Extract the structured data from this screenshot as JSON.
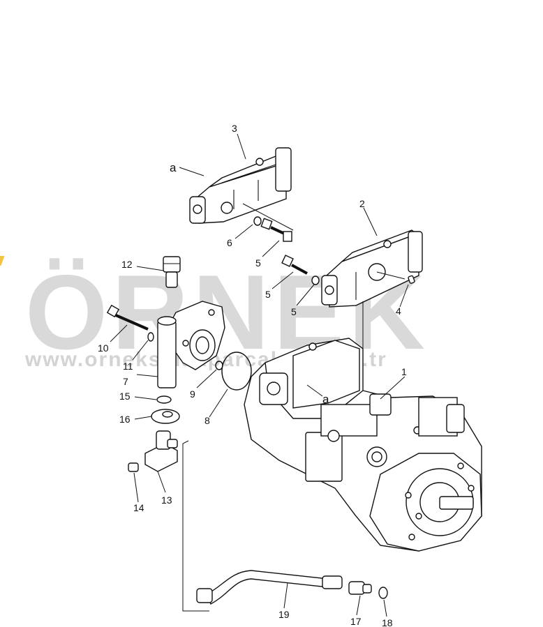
{
  "watermark": {
    "brand": "ÖRNEK",
    "url": "www.orneksmakparcalari.com.tr",
    "accent_color": "#f5c343"
  },
  "diagram": {
    "part_labels": [
      {
        "id": "1",
        "text": "1"
      },
      {
        "id": "2",
        "text": "2"
      },
      {
        "id": "3",
        "text": "3"
      },
      {
        "id": "4",
        "text": "4"
      },
      {
        "id": "5a",
        "text": "5"
      },
      {
        "id": "5b",
        "text": "5"
      },
      {
        "id": "5c",
        "text": "5"
      },
      {
        "id": "6",
        "text": "6"
      },
      {
        "id": "7",
        "text": "7"
      },
      {
        "id": "8",
        "text": "8"
      },
      {
        "id": "9",
        "text": "9"
      },
      {
        "id": "10",
        "text": "10"
      },
      {
        "id": "11",
        "text": "11"
      },
      {
        "id": "12",
        "text": "12"
      },
      {
        "id": "13",
        "text": "13"
      },
      {
        "id": "14",
        "text": "14"
      },
      {
        "id": "15",
        "text": "15"
      },
      {
        "id": "16",
        "text": "16"
      },
      {
        "id": "17",
        "text": "17"
      },
      {
        "id": "18",
        "text": "18"
      },
      {
        "id": "19",
        "text": "19"
      }
    ],
    "ref_labels": [
      {
        "id": "a1",
        "text": "a"
      },
      {
        "id": "a2",
        "text": "a"
      }
    ]
  }
}
